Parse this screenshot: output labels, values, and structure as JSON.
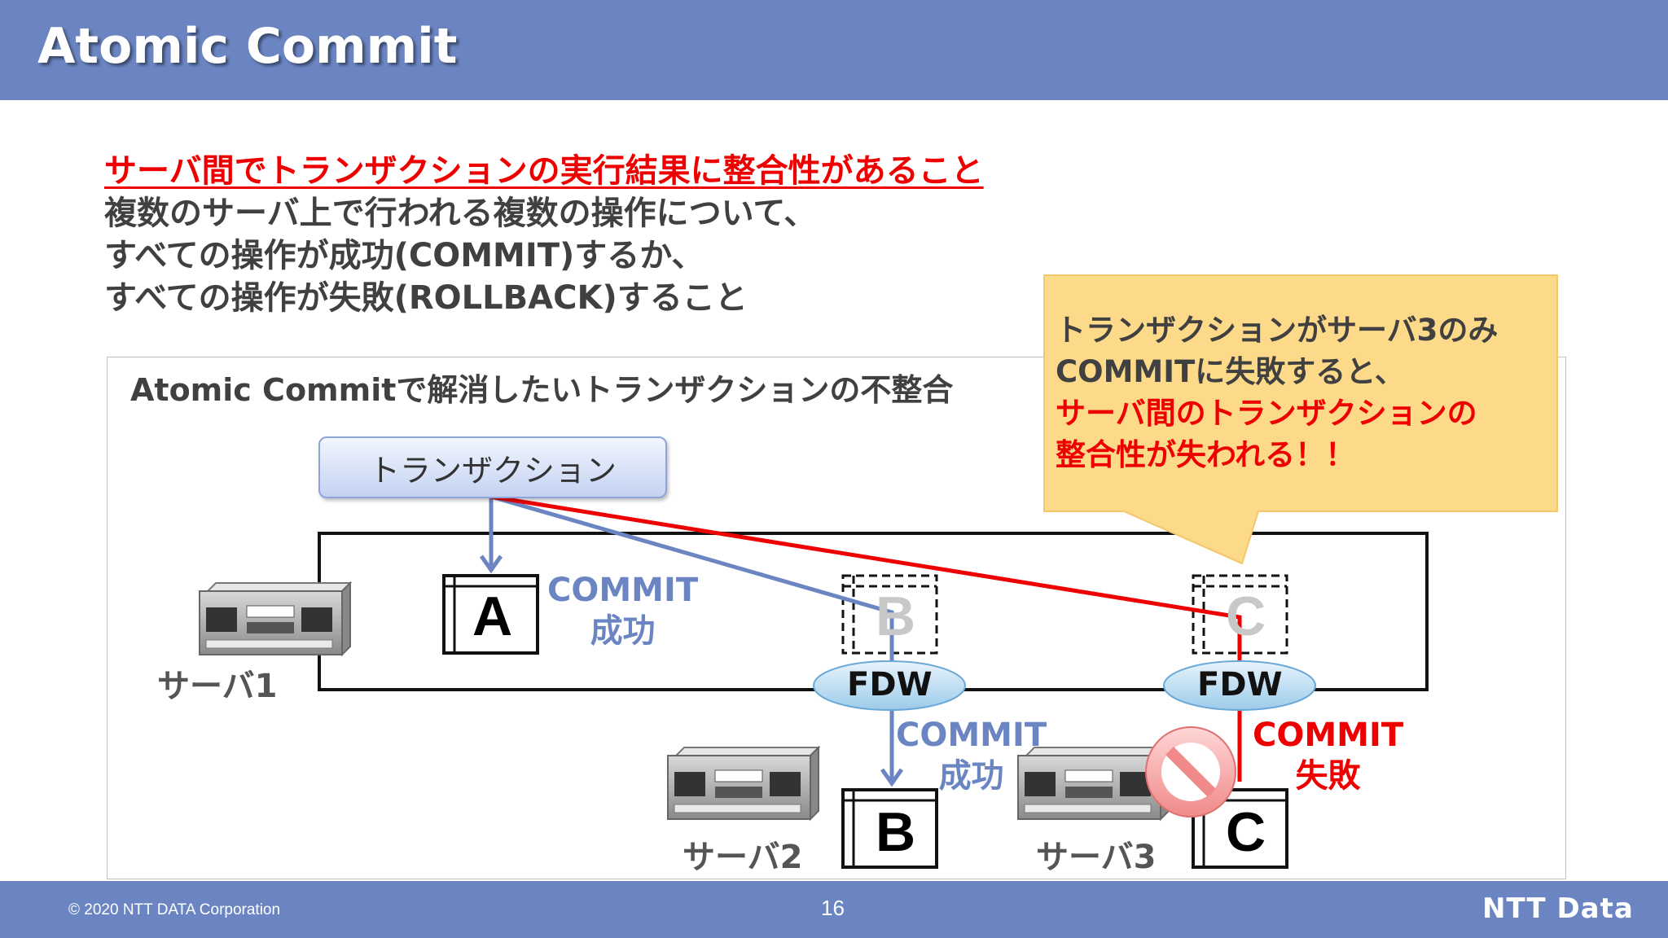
{
  "header": {
    "title": "Atomic Commit"
  },
  "intro": {
    "heading": "サーバ間でトランザクションの実行結果に整合性があること",
    "lines": [
      "複数のサーバ上で行われる複数の操作について、",
      "すべての操作が成功(COMMIT)するか、",
      "すべての操作が失敗(ROLLBACK)すること"
    ]
  },
  "diagram": {
    "title": "Atomic Commitで解消したいトランザクションの不整合",
    "transaction_label": "トランザクション",
    "callout": {
      "line1": "トランザクションがサーバ3のみ",
      "line2": "COMMITに失敗すると、",
      "line3": "サーバ間のトランザクションの",
      "line4": "整合性が失われる！！"
    },
    "servers": {
      "s1": "サーバ1",
      "s2": "サーバ2",
      "s3": "サーバ3"
    },
    "boxes": {
      "a": "A",
      "b_ghost": "B",
      "c_ghost": "C",
      "b": "B",
      "c": "C"
    },
    "fdw": "FDW",
    "commit_a": {
      "line1": "COMMIT",
      "line2": "成功"
    },
    "commit_b": {
      "line1": "COMMIT",
      "line2": "成功"
    },
    "commit_c": {
      "line1": "COMMIT",
      "line2": "失敗"
    },
    "colors": {
      "blue": "#6b85c2",
      "red": "#ee0000",
      "fdw_fill": "#bcdcf0"
    }
  },
  "footer": {
    "copyright": "© 2020 NTT DATA Corporation",
    "page": "16",
    "logo": "NTT Data"
  }
}
